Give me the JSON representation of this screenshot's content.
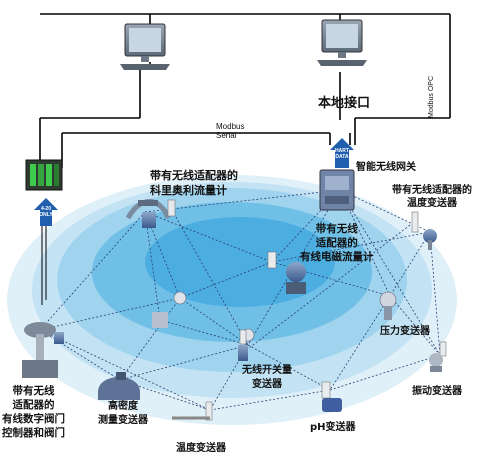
{
  "title_local": "本地接口",
  "modbus_serial": [
    "Modbus",
    "Serial"
  ],
  "modbus_opc": "Modbus OPC",
  "hart_data": [
    "HART",
    "DATA"
  ],
  "io_label": [
    "4-20",
    "ONLY"
  ],
  "gateway": "智能无线网关",
  "coriolis": [
    "带有无线适配器的",
    "科里奥利流量计"
  ],
  "temp_top": [
    "带有无线适配器的",
    "温度变送器"
  ],
  "magflow": [
    "带有无线",
    "适配器的",
    "有线电磁流量计"
  ],
  "pressure": "压力变送器",
  "valve": [
    "带有无线",
    "适配器的",
    "有线数字阀门",
    "控制器和阀门"
  ],
  "density": [
    "高密度",
    "测量变送器"
  ],
  "switch_tx": [
    "无线开关量",
    "变送器"
  ],
  "vibration": "振动变送器",
  "ph": "pH变送器",
  "temperature": "温度变送器",
  "colors": {
    "ellipse_outer": "#c9e6f5",
    "ellipse_mid": "#8fcdeb",
    "ellipse_inner": "#4fb2e1",
    "arrow": "#1f5fae",
    "mesh": "#2b3f6f"
  }
}
